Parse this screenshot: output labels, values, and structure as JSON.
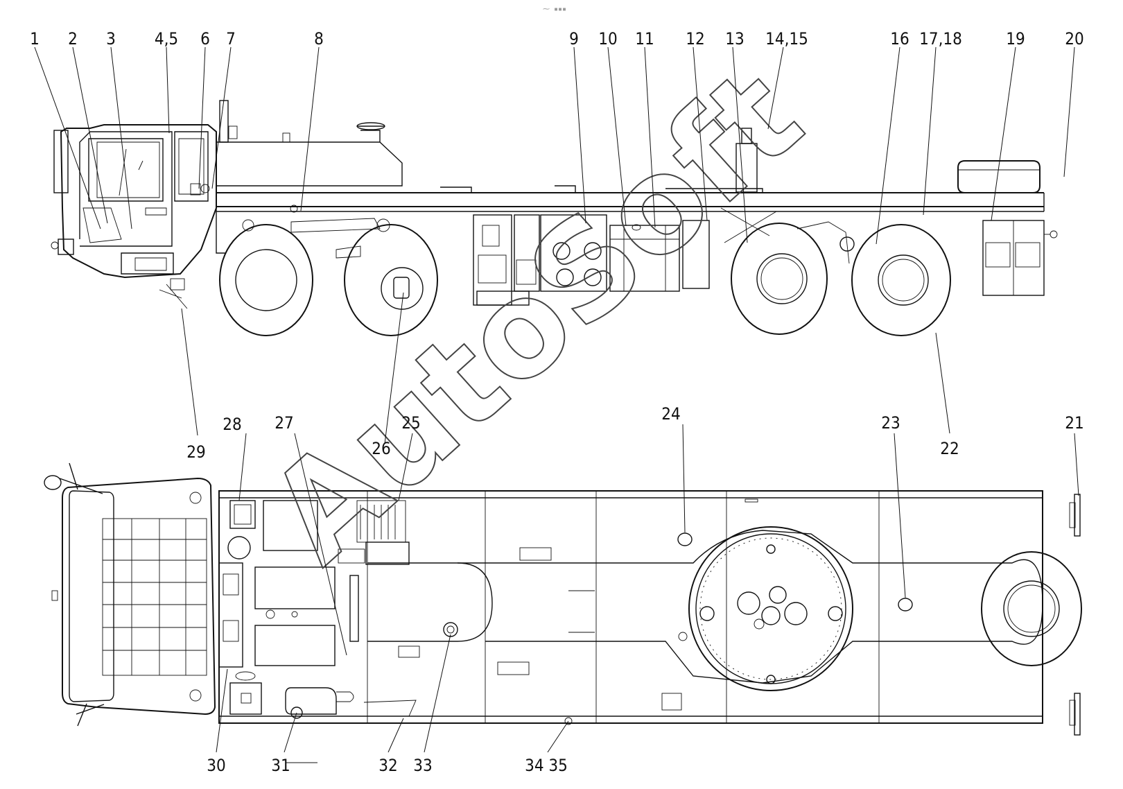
{
  "top_mark": "⁓ ▪▪▪",
  "watermark": "AutoSoft",
  "callouts": [
    {
      "id": "c1",
      "label": "1"
    },
    {
      "id": "c2",
      "label": "2"
    },
    {
      "id": "c3",
      "label": "3"
    },
    {
      "id": "c4",
      "label": "4,5"
    },
    {
      "id": "c6",
      "label": "6"
    },
    {
      "id": "c7",
      "label": "7"
    },
    {
      "id": "c8",
      "label": "8"
    },
    {
      "id": "c9",
      "label": "9"
    },
    {
      "id": "c10",
      "label": "10"
    },
    {
      "id": "c11",
      "label": "11"
    },
    {
      "id": "c12",
      "label": "12"
    },
    {
      "id": "c13",
      "label": "13"
    },
    {
      "id": "c14",
      "label": "14,15"
    },
    {
      "id": "c16",
      "label": "16"
    },
    {
      "id": "c17",
      "label": "17,18"
    },
    {
      "id": "c19",
      "label": "19"
    },
    {
      "id": "c20",
      "label": "20"
    },
    {
      "id": "c21",
      "label": "21"
    },
    {
      "id": "c22",
      "label": "22"
    },
    {
      "id": "c23",
      "label": "23"
    },
    {
      "id": "c24",
      "label": "24"
    },
    {
      "id": "c25",
      "label": "25"
    },
    {
      "id": "c26",
      "label": "26"
    },
    {
      "id": "c27",
      "label": "27"
    },
    {
      "id": "c28",
      "label": "28"
    },
    {
      "id": "c29",
      "label": "29"
    },
    {
      "id": "c30",
      "label": "30"
    },
    {
      "id": "c31",
      "label": "31"
    },
    {
      "id": "c32",
      "label": "32"
    },
    {
      "id": "c33",
      "label": "33"
    },
    {
      "id": "c34",
      "label": "34 35"
    }
  ]
}
